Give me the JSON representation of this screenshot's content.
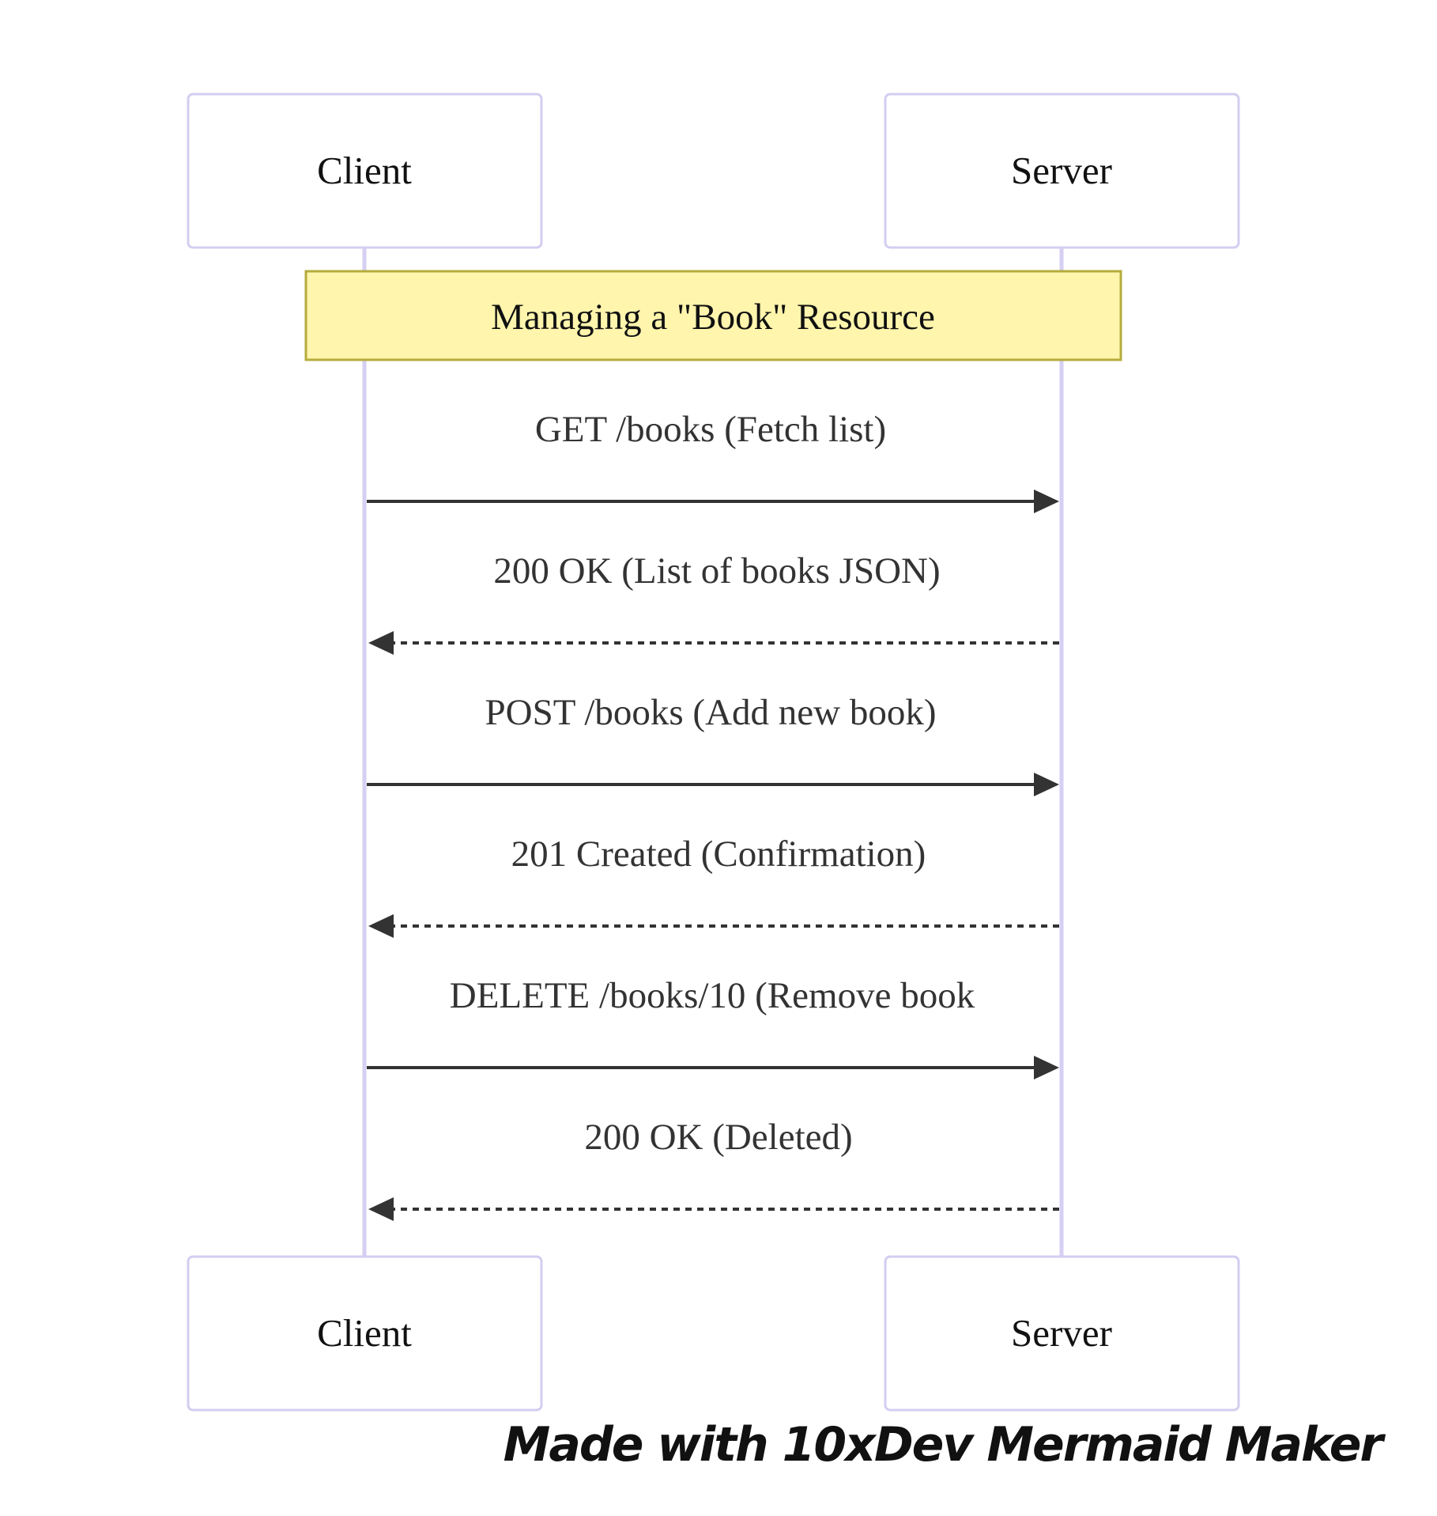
{
  "diagram": {
    "type": "sequence",
    "participants": [
      {
        "id": "client",
        "label": "Client"
      },
      {
        "id": "server",
        "label": "Server"
      }
    ],
    "note": {
      "text": "Managing a \"Book\" Resource",
      "over": [
        "client",
        "server"
      ],
      "fill": "#fff5ad",
      "stroke": "#b5ac3c"
    },
    "messages": [
      {
        "from": "client",
        "to": "server",
        "label": "GET /books (Fetch list)",
        "style": "solid"
      },
      {
        "from": "server",
        "to": "client",
        "label": "200 OK (List of books JSON)",
        "style": "dotted"
      },
      {
        "from": "client",
        "to": "server",
        "label": "POST /books (Add new book)",
        "style": "solid"
      },
      {
        "from": "server",
        "to": "client",
        "label": "201 Created (Confirmation)",
        "style": "dotted"
      },
      {
        "from": "client",
        "to": "server",
        "label": "DELETE /books/10 (Remove book",
        "style": "solid"
      },
      {
        "from": "server",
        "to": "client",
        "label": "200 OK (Deleted)",
        "style": "dotted"
      }
    ]
  },
  "colors": {
    "actor_border": "#d5cdf0",
    "lifeline": "#d7cff3",
    "arrow": "#333333",
    "background": "#ffffff"
  },
  "watermark": {
    "text": "Made with 10xDev Mermaid Maker"
  }
}
